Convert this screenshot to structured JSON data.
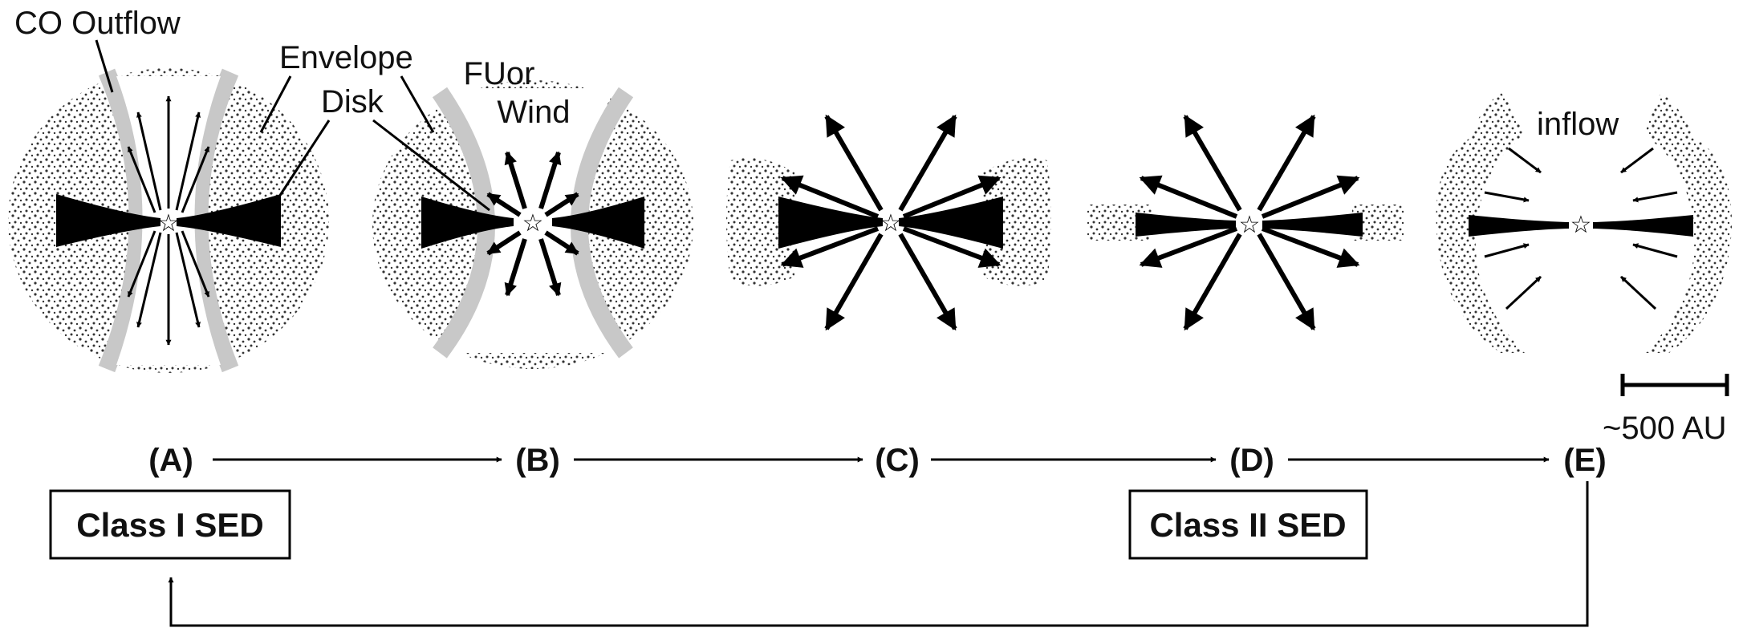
{
  "labels": {
    "co_outflow": "CO Outflow",
    "envelope": "Envelope",
    "disk": "Disk",
    "fuor_line1": "FUor",
    "fuor_line2": "Wind",
    "inflow": "inflow",
    "scale": "~500 AU"
  },
  "stages": [
    "(A)",
    "(B)",
    "(C)",
    "(D)",
    "(E)"
  ],
  "boxes": {
    "class1": "Class I SED",
    "class2": "Class II SED"
  },
  "colors": {
    "ink": "#000000",
    "outflow_gray": "#c8c8c8",
    "envelope_dot": "#333333"
  }
}
